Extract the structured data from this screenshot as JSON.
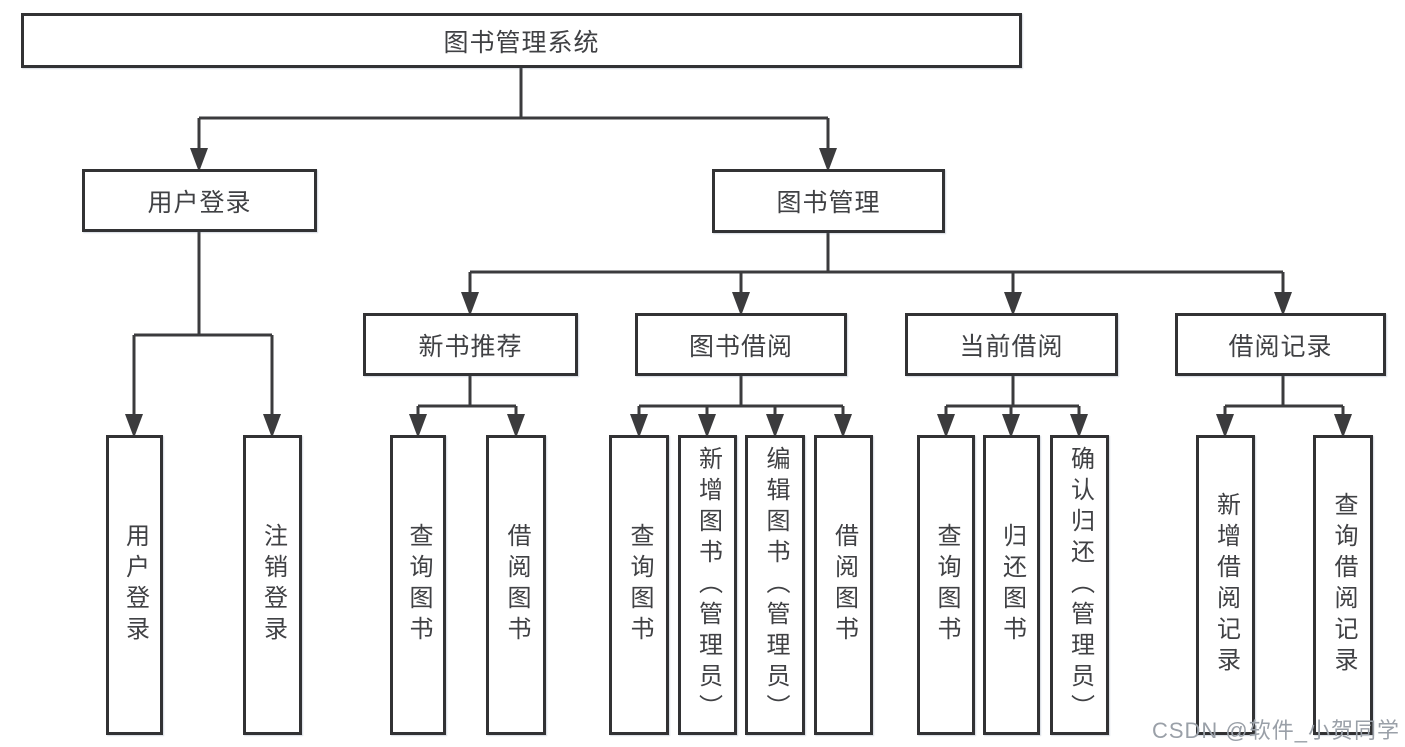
{
  "diagram": {
    "type": "hierarchy-tree",
    "root": {
      "label": "图书管理系统"
    },
    "level2": [
      {
        "label": "用户登录"
      },
      {
        "label": "图书管理"
      }
    ],
    "level3": [
      {
        "label": "新书推荐",
        "parent": "图书管理"
      },
      {
        "label": "图书借阅",
        "parent": "图书管理"
      },
      {
        "label": "当前借阅",
        "parent": "图书管理"
      },
      {
        "label": "借阅记录",
        "parent": "图书管理"
      }
    ],
    "leaves": [
      {
        "label": "用户登录",
        "parent": "用户登录"
      },
      {
        "label": "注销登录",
        "parent": "用户登录"
      },
      {
        "label": "查询图书",
        "parent": "新书推荐"
      },
      {
        "label": "借阅图书",
        "parent": "新书推荐"
      },
      {
        "label": "查询图书",
        "parent": "图书借阅"
      },
      {
        "label": "新增图书（管理员）",
        "parent": "图书借阅"
      },
      {
        "label": "编辑图书（管理员）",
        "parent": "图书借阅"
      },
      {
        "label": "借阅图书",
        "parent": "图书借阅"
      },
      {
        "label": "查询图书",
        "parent": "当前借阅"
      },
      {
        "label": "归还图书",
        "parent": "当前借阅"
      },
      {
        "label": "确认归还（管理员）",
        "parent": "当前借阅"
      },
      {
        "label": "新增借阅记录",
        "parent": "借阅记录"
      },
      {
        "label": "查询借阅记录",
        "parent": "借阅记录"
      }
    ]
  },
  "watermark": "CSDN @软件_小贺同学",
  "colors": {
    "line": "#3b3b3d",
    "border": "#323234",
    "text": "#404144",
    "watermark": "#9aa0a8",
    "background": "#ffffff"
  }
}
